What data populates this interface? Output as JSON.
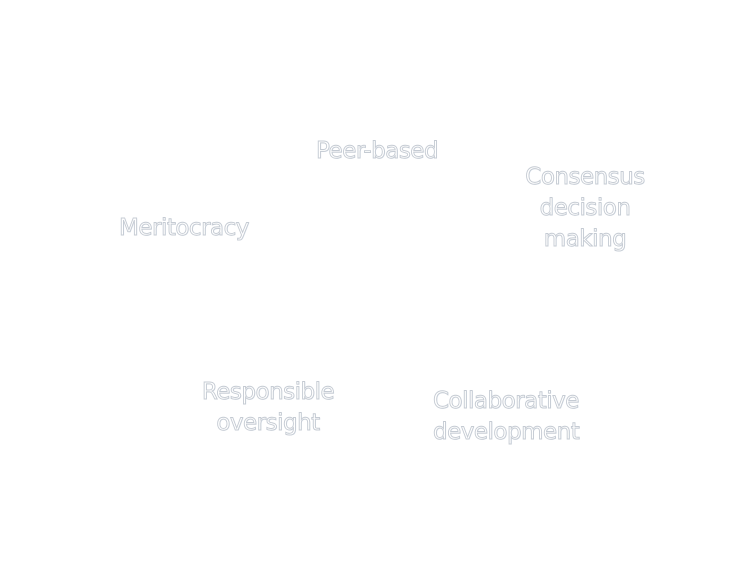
{
  "terms": {
    "meritocracy": "Meritocracy",
    "peer_based": "Peer-based",
    "consensus_line1": "Consensus",
    "consensus_line2": "decision",
    "consensus_line3": "making",
    "responsible_line1": "Responsible",
    "responsible_line2": "oversight",
    "collaborative_line1": "Collaborative",
    "collaborative_line2": "development"
  },
  "colors": {
    "background": "#ffffff",
    "outline": "#c5cbd3"
  }
}
